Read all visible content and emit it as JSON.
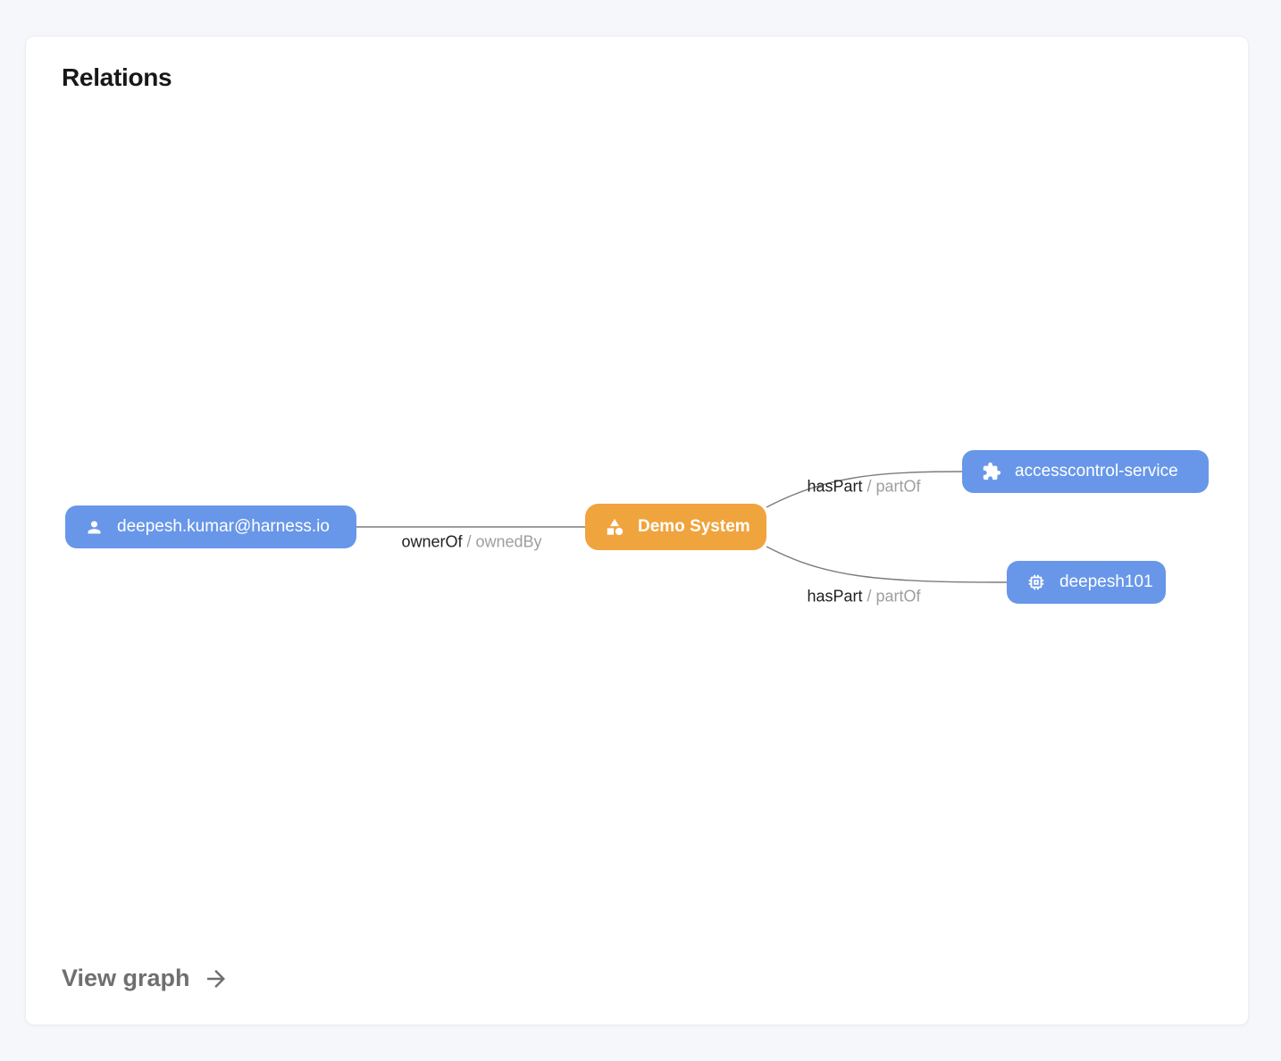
{
  "card": {
    "title": "Relations",
    "footer": {
      "label": "View graph",
      "icon": "arrow-right-icon"
    }
  },
  "graph": {
    "nodes": [
      {
        "id": "user",
        "label": "deepesh.kumar@harness.io",
        "icon": "person-icon",
        "color": "#6897e9",
        "text_color": "#ffffff"
      },
      {
        "id": "demo-system",
        "label": "Demo System",
        "icon": "category-icon",
        "color": "#f0a43e",
        "text_color": "#ffffff"
      },
      {
        "id": "accesscontrol-service",
        "label": "accesscontrol-service",
        "icon": "puzzle-icon",
        "color": "#6897e9",
        "text_color": "#ffffff"
      },
      {
        "id": "deepesh101",
        "label": "deepesh101",
        "icon": "chip-icon",
        "color": "#6897e9",
        "text_color": "#ffffff"
      }
    ],
    "edges": [
      {
        "from": "user",
        "to": "demo-system",
        "label_left": "ownerOf",
        "separator": "/",
        "label_right": "ownedBy"
      },
      {
        "from": "demo-system",
        "to": "accesscontrol-service",
        "label_left": "hasPart",
        "separator": "/",
        "label_right": "partOf"
      },
      {
        "from": "demo-system",
        "to": "deepesh101",
        "label_left": "hasPart",
        "separator": "/",
        "label_right": "partOf"
      }
    ]
  },
  "colors": {
    "page_background": "#f6f7fb",
    "card_background": "#ffffff",
    "node_blue": "#6897e9",
    "node_orange": "#f0a43e",
    "edge_line": "#7c7c7c",
    "edge_label_primary": "#1f1f1f",
    "edge_label_secondary": "#9e9e9e",
    "title_color": "#181818",
    "footer_link_color": "#6f6f6f"
  }
}
